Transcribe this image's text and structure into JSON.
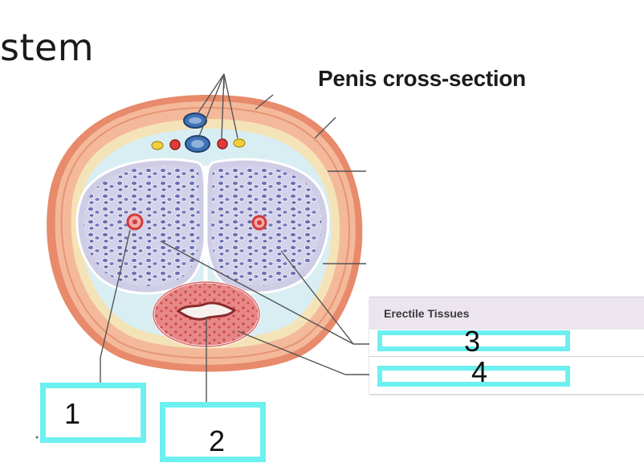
{
  "heading_fragment": "stem",
  "diagram_title": "Penis cross-section",
  "table": {
    "header": "Erectile Tissues"
  },
  "labels": {
    "one": "1",
    "two": "2",
    "three": "3",
    "four": "4"
  },
  "colors": {
    "skin_outer": "#e88a6c",
    "skin_inner": "#f4b99a",
    "fascia": "#f5e3b8",
    "tunica": "#cfe6ec",
    "cavernosum": "#cfcce6",
    "sinus": "#6f72b3",
    "spongiosum": "#e27a7a",
    "urethra": "#f7f1ee",
    "artery": "#e33b3b",
    "vein": "#3f73b8",
    "nerve": "#f2cf3a",
    "answer_box": "#6ef0f0"
  }
}
